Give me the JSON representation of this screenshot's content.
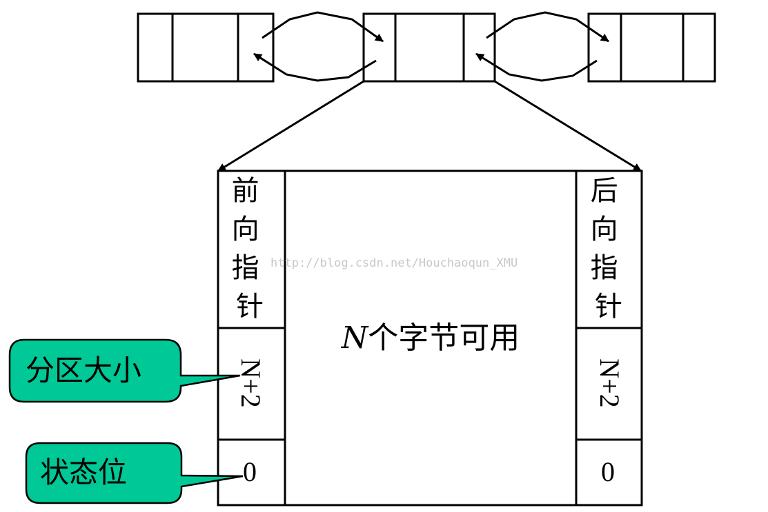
{
  "colors": {
    "stroke": "#000000",
    "callout_fill": "#00c896",
    "watermark": "#c8c8c8",
    "background": "#ffffff"
  },
  "block": {
    "forward_pointer_chars": [
      "前",
      "向",
      "指",
      "针"
    ],
    "backward_pointer_chars": [
      "后",
      "向",
      "指",
      "针"
    ],
    "size_left": "N+2",
    "size_right": "N+2",
    "status_left": "0",
    "status_right": "0",
    "main_label_var": "N",
    "main_label_rest": "个字节可用"
  },
  "callouts": {
    "partition_size": "分区大小",
    "status_bit": "状态位"
  },
  "watermark": "http://blog.csdn.net/Houchaoqun_XMU"
}
